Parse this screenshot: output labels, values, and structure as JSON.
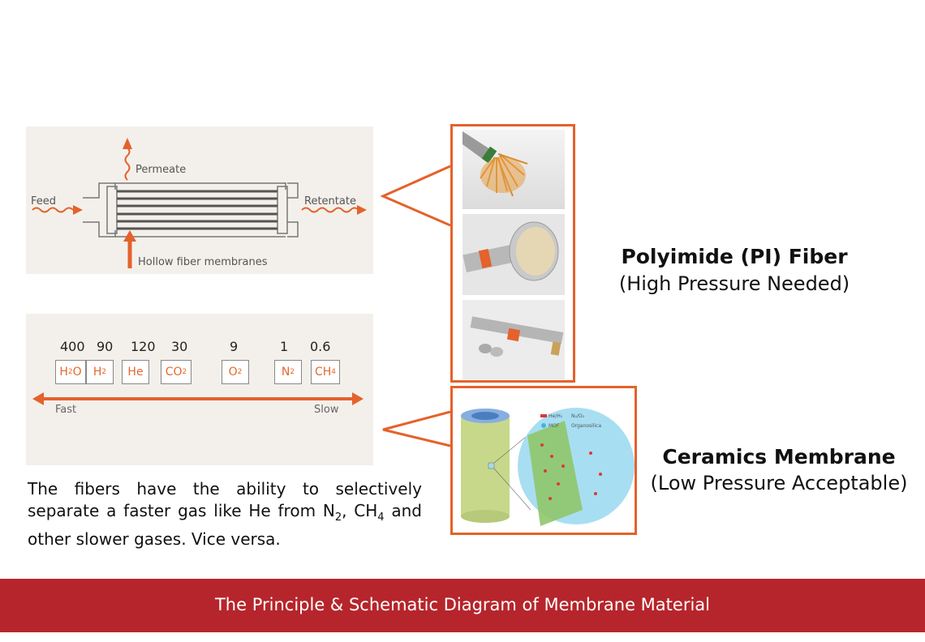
{
  "schematic": {
    "feed": "Feed",
    "permeate": "Permeate",
    "retentate": "Retentate",
    "hollow": "Hollow fiber membranes"
  },
  "speed": {
    "gases": [
      {
        "rate": "400",
        "formula": "H",
        "sub": "2",
        "tail": "O"
      },
      {
        "rate": "90",
        "formula": "H",
        "sub": "2",
        "tail": ""
      },
      {
        "rate": "120",
        "formula": "He",
        "sub": "",
        "tail": ""
      },
      {
        "rate": "30",
        "formula": "CO",
        "sub": "2",
        "tail": ""
      },
      {
        "rate": "9",
        "formula": "O",
        "sub": "2",
        "tail": ""
      },
      {
        "rate": "1",
        "formula": "N",
        "sub": "2",
        "tail": ""
      },
      {
        "rate": "0.6",
        "formula": "CH",
        "sub": "4",
        "tail": ""
      }
    ],
    "fast": "Fast",
    "slow": "Slow"
  },
  "description": {
    "part1": "The fibers have the ability to selectively separate a faster gas like He from N",
    "n_sub": "2",
    "part2": ",  CH",
    "ch_sub": "4",
    "part3": " and other slower gases. Vice versa."
  },
  "polyimide": {
    "title": "Polyimide (PI) Fiber",
    "subtitle": "(High Pressure Needed)"
  },
  "ceramics": {
    "title": "Ceramics Membrane",
    "subtitle": "(Low Pressure Acceptable)",
    "legend": [
      "He/H₂",
      "N₂/O₂",
      "MOF",
      "Organosilica"
    ]
  },
  "footer": {
    "caption": "The Principle & Schematic Diagram of Membrane Material"
  },
  "colors": {
    "accent": "#e4622b",
    "footer": "#b6252b"
  }
}
